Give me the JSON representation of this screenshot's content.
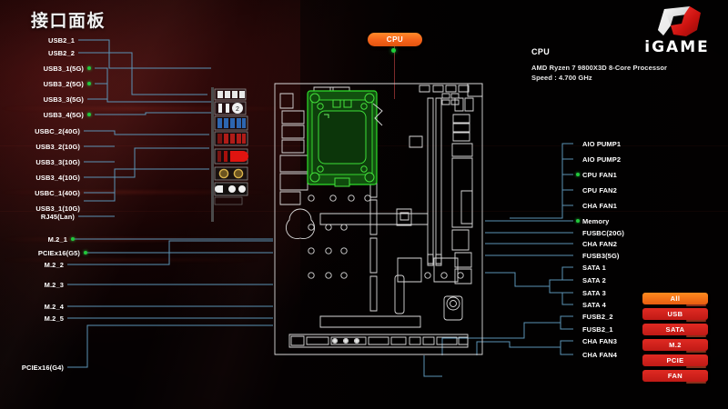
{
  "page": {
    "title": "接口面板",
    "brand_logo_text": "iGAME"
  },
  "cpu_badge": {
    "label": "CPU"
  },
  "cpu_info": {
    "heading": "CPU",
    "model": "AMD Ryzen 7 9800X3D 8-Core Processor",
    "speed": "Speed : 4.700 GHz"
  },
  "left_labels": [
    {
      "text": "USB2_1",
      "active": false
    },
    {
      "text": "USB2_2",
      "active": false
    },
    {
      "text": "USB3_1(5G)",
      "active": true
    },
    {
      "text": "USB3_2(5G)",
      "active": true
    },
    {
      "text": "USB3_3(5G)",
      "active": false
    },
    {
      "text": "USB3_4(5G)",
      "active": true
    },
    {
      "text": "USBC_2(40G)",
      "active": false
    },
    {
      "text": "USB3_2(10G)",
      "active": false
    },
    {
      "text": "USB3_3(10G)",
      "active": false
    },
    {
      "text": "USB3_4(10G)",
      "active": false
    },
    {
      "text": "USBC_1(40G)",
      "active": false
    },
    {
      "text": "USB3_1(10G)",
      "active": false
    },
    {
      "text": "RJ45(Lan)",
      "active": false
    },
    {
      "text": "M.2_1",
      "active": true
    },
    {
      "text": "PCIEx16(G5)",
      "active": true
    },
    {
      "text": "M.2_2",
      "active": false
    },
    {
      "text": "M.2_3",
      "active": false
    },
    {
      "text": "M.2_4",
      "active": false
    },
    {
      "text": "M.2_5",
      "active": false
    },
    {
      "text": "PCIEx16(G4)",
      "active": false
    }
  ],
  "right_labels": [
    {
      "text": "AIO PUMP1",
      "active": false
    },
    {
      "text": "AIO PUMP2",
      "active": false
    },
    {
      "text": "CPU FAN1",
      "active": true
    },
    {
      "text": "CPU FAN2",
      "active": false
    },
    {
      "text": "CHA FAN1",
      "active": false
    },
    {
      "text": "Memory",
      "active": true
    },
    {
      "text": "FUSBC(20G)",
      "active": false
    },
    {
      "text": "CHA FAN2",
      "active": false
    },
    {
      "text": "FUSB3(5G)",
      "active": false
    },
    {
      "text": "SATA 1",
      "active": false
    },
    {
      "text": "SATA 2",
      "active": false
    },
    {
      "text": "SATA 3",
      "active": false
    },
    {
      "text": "SATA 4",
      "active": false
    },
    {
      "text": "FUSB2_2",
      "active": false
    },
    {
      "text": "FUSB2_1",
      "active": false
    },
    {
      "text": "CHA FAN3",
      "active": false
    },
    {
      "text": "CHA FAN4",
      "active": false
    }
  ],
  "filters": [
    {
      "label": "All",
      "active": true
    },
    {
      "label": "USB",
      "active": false
    },
    {
      "label": "SATA",
      "active": false
    },
    {
      "label": "M.2",
      "active": false
    },
    {
      "label": "PCIE",
      "active": false
    },
    {
      "label": "FAN",
      "active": false
    }
  ],
  "colors": {
    "accent_orange": "#f4631a",
    "filter_red": "#d0211b",
    "wire_blue": "#5b93b5",
    "active_green": "#22c83c",
    "socket_green": "#1f8a23",
    "background_red": "#3a0d0d"
  }
}
